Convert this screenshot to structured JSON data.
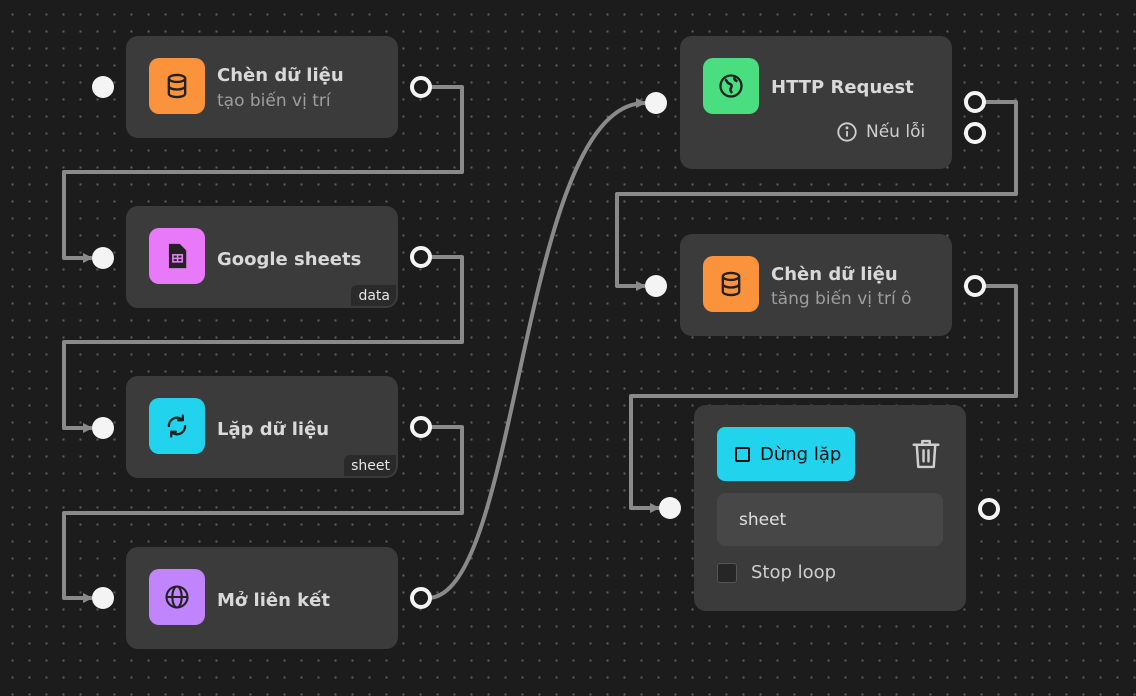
{
  "colors": {
    "orange": "#fb923c",
    "pink": "#e879f9",
    "cyan": "#22d3ee",
    "purple": "#c084fc",
    "green": "#4ade80"
  },
  "nodes": {
    "insert_data_1": {
      "title": "Chèn dữ liệu",
      "subtitle": "tạo biến vị trí",
      "icon": "database-icon"
    },
    "google_sheets": {
      "title": "Google sheets",
      "tag": "data",
      "icon": "sheets-icon"
    },
    "loop_data": {
      "title": "Lặp dữ liệu",
      "tag": "sheet",
      "icon": "loop-icon"
    },
    "open_link": {
      "title": "Mở liên kết",
      "icon": "globe-icon"
    },
    "http_request": {
      "title": "HTTP Request",
      "error_label": "Nếu lỗi",
      "icon": "world-icon"
    },
    "insert_data_2": {
      "title": "Chèn dữ liệu",
      "subtitle": "tăng biến vị trí ô",
      "icon": "database-icon"
    },
    "loop_breakpoint": {
      "button_label": "Dừng lặp",
      "input_value": "sheet",
      "checkbox_label": "Stop loop",
      "checkbox_checked": false
    }
  }
}
